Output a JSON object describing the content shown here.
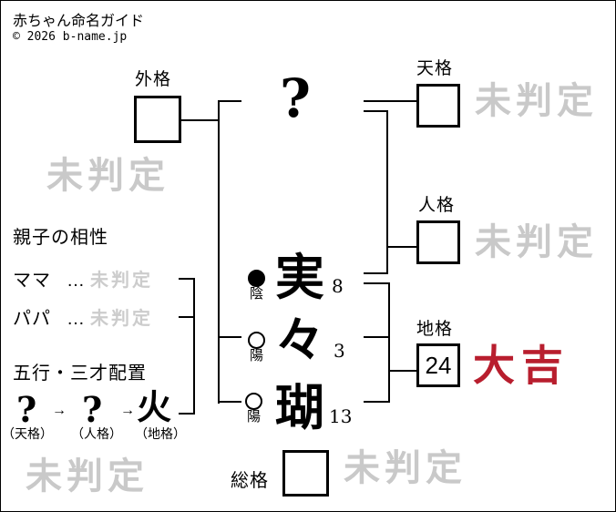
{
  "page": {
    "title": "赤ちゃん命名ガイド",
    "copyright": "© 2026 b-name.jp"
  },
  "colors": {
    "line_black": "#000000",
    "watermark_gray": "#c9c9c9",
    "luck_red": "#b81e2e"
  },
  "surname": {
    "placeholder": "?"
  },
  "given_name": {
    "chars": [
      {
        "char": "実",
        "strokes": "8",
        "inyo_symbol": "●",
        "inyo_label": "陰"
      },
      {
        "char": "々",
        "strokes": "3",
        "inyo_symbol": "○",
        "inyo_label": "陽"
      },
      {
        "char": "瑚",
        "strokes": "13",
        "inyo_symbol": "○",
        "inyo_label": "陽"
      }
    ]
  },
  "kaku": {
    "sotokaku": {
      "label": "外格",
      "value": "",
      "result": "未判定"
    },
    "tenkaku": {
      "label": "天格",
      "value": "",
      "result": "未判定"
    },
    "jinkaku": {
      "label": "人格",
      "value": "",
      "result": "未判定"
    },
    "chikaku": {
      "label": "地格",
      "value": "24",
      "result": "大吉"
    },
    "soukaku": {
      "label": "総格",
      "value": "",
      "result": "未判定"
    }
  },
  "compatibility": {
    "heading": "親子の相性",
    "rows": [
      {
        "label": "ママ",
        "dots": "…",
        "result": "未判定"
      },
      {
        "label": "パパ",
        "dots": "…",
        "result": "未判定"
      }
    ]
  },
  "gogyo": {
    "heading": "五行・三才配置",
    "arrow": "→",
    "items": [
      {
        "element": "?",
        "caption": "（天格）"
      },
      {
        "element": "?",
        "caption": "（人格）"
      },
      {
        "element": "火",
        "caption": "（地格）"
      }
    ]
  },
  "watermarks": {
    "sotokaku_area": "未判定",
    "bottom_left": "未判定"
  }
}
